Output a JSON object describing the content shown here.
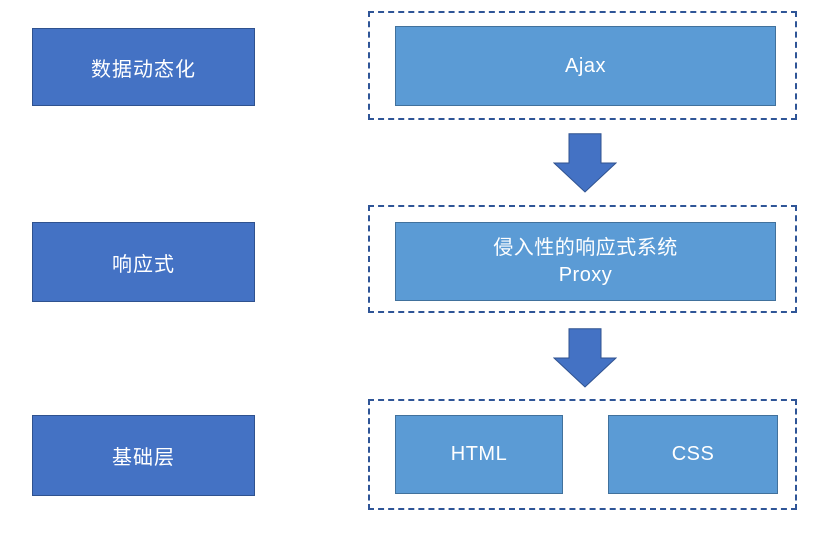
{
  "diagram": {
    "left_column": {
      "items": [
        {
          "label": "数据动态化"
        },
        {
          "label": "响应式"
        },
        {
          "label": "基础层"
        }
      ]
    },
    "right_column": {
      "group1": {
        "box1_label": "Ajax"
      },
      "group2": {
        "box1_line1": "侵入性的响应式系统",
        "box1_line2": "Proxy"
      },
      "group3": {
        "box1_label": "HTML",
        "box2_label": "CSS"
      }
    },
    "icons": {
      "arrow1": "down-arrow-icon",
      "arrow2": "down-arrow-icon"
    },
    "colors": {
      "background": "#FFFFFF",
      "dark_box_fill": "#4472C4",
      "dark_box_border": "#2F528F",
      "light_box_fill": "#5B9BD5",
      "light_box_border": "#41719C",
      "dashed_border": "#2F5597",
      "arrow_fill": "#4472C4",
      "arrow_border": "#2F528F",
      "text": "#FFFFFF"
    }
  }
}
